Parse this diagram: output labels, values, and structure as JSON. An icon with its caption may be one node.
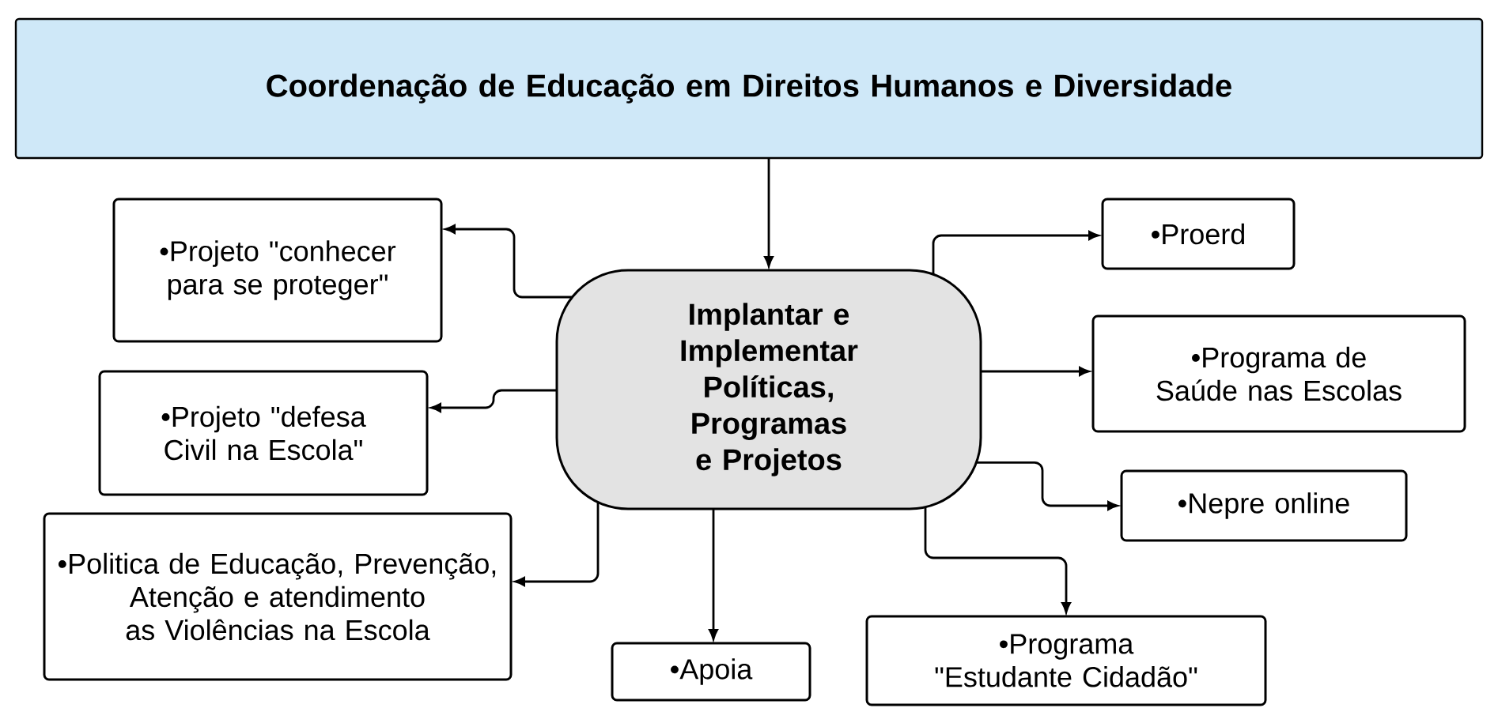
{
  "diagram": {
    "nodes": [
      {
        "text": [
          "Coordenação de Educação em Direitos Humanos e Diversidade"
        ]
      },
      {
        "text": [
          "Implantar e Implementar Políticas, Programas e Projetos"
        ]
      },
      {
        "text": [
          "•Projeto \"conhecer para se proteger\""
        ]
      },
      {
        "text": [
          "•Projeto \"defesa Civil na Escola\""
        ]
      },
      {
        "text": [
          "•Politica de Educação, Prevenção, Atenção e atendimento as Violências na Escola"
        ]
      },
      {
        "text": [
          "•Apoia"
        ]
      },
      {
        "text": [
          "•Proerd"
        ]
      },
      {
        "text": [
          "•Programa de Saúde nas Escolas"
        ]
      },
      {
        "text": [
          "•Nepre online"
        ]
      },
      {
        "text": [
          "•Programa \"Estudante Cidadão\""
        ]
      }
    ],
    "edges": [
      {
        "from": 0,
        "to": 1,
        "arrow": "to"
      },
      {
        "from": 1,
        "to": 2,
        "arrow": "to"
      },
      {
        "from": 1,
        "to": 3,
        "arrow": "to"
      },
      {
        "from": 1,
        "to": 4,
        "arrow": "to"
      },
      {
        "from": 1,
        "to": 5,
        "arrow": "to"
      },
      {
        "from": 1,
        "to": 6,
        "arrow": "to"
      },
      {
        "from": 1,
        "to": 7,
        "arrow": "to"
      },
      {
        "from": 1,
        "to": 8,
        "arrow": "to"
      },
      {
        "from": 1,
        "to": 9,
        "arrow": "to"
      }
    ]
  }
}
